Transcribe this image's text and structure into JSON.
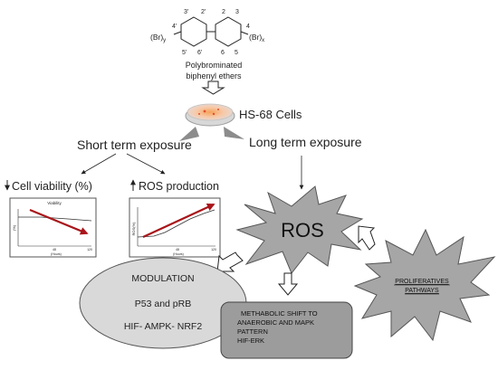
{
  "molecule": {
    "label_line1": "Polybrominated",
    "label_line2": "biphenyl ethers",
    "pos_3p": "3'",
    "pos_2p": "2'",
    "pos_4p": "4'",
    "pos_5p": "5'",
    "pos_6p": "6'",
    "pos_2": "2",
    "pos_3": "3",
    "pos_4": "4",
    "pos_5": "5",
    "pos_6": "6",
    "br_left": "(Br)",
    "br_left_sub": "y",
    "br_right": "(Br)",
    "br_right_sub": "x"
  },
  "cells_label": "HS-68 Cells",
  "short_term_label": "Short term exposure",
  "long_term_label": "Long term exposure",
  "viability": {
    "heading": "Cell viability  (%)",
    "chart_title": "Viability",
    "y_axis_label": "(%)",
    "tick_mid": "48",
    "tick_end": "120",
    "x_axis_label": "(Hours)"
  },
  "ros_production": {
    "heading": "ROS production",
    "y_axis_label": "ROS(%)",
    "tick_mid": "48",
    "tick_end": "120",
    "x_axis_label": "(Hours)"
  },
  "ros_burst_label": "ROS",
  "modulation": {
    "line1": "MODULATION",
    "line2": "P53 and pRB",
    "line3": "HIF- AMPK- NRF2"
  },
  "metabolic": {
    "line1": "METHABOLIC SHIFT TO",
    "line2": "ANAEROBIC  AND MAPK",
    "line3": "PATTERN",
    "line4": "HIF-ERK"
  },
  "proliferative": {
    "line1": "PROLIFERATIVES",
    "line2": "PATHWAYS"
  },
  "colors": {
    "trend_arrow": "#a8151a",
    "burst_fill": "#a6a6a6",
    "box_fill": "#d9d9d9",
    "metabolic_fill": "#9c9c9c",
    "arrow_gray": "#8c8c8c"
  }
}
